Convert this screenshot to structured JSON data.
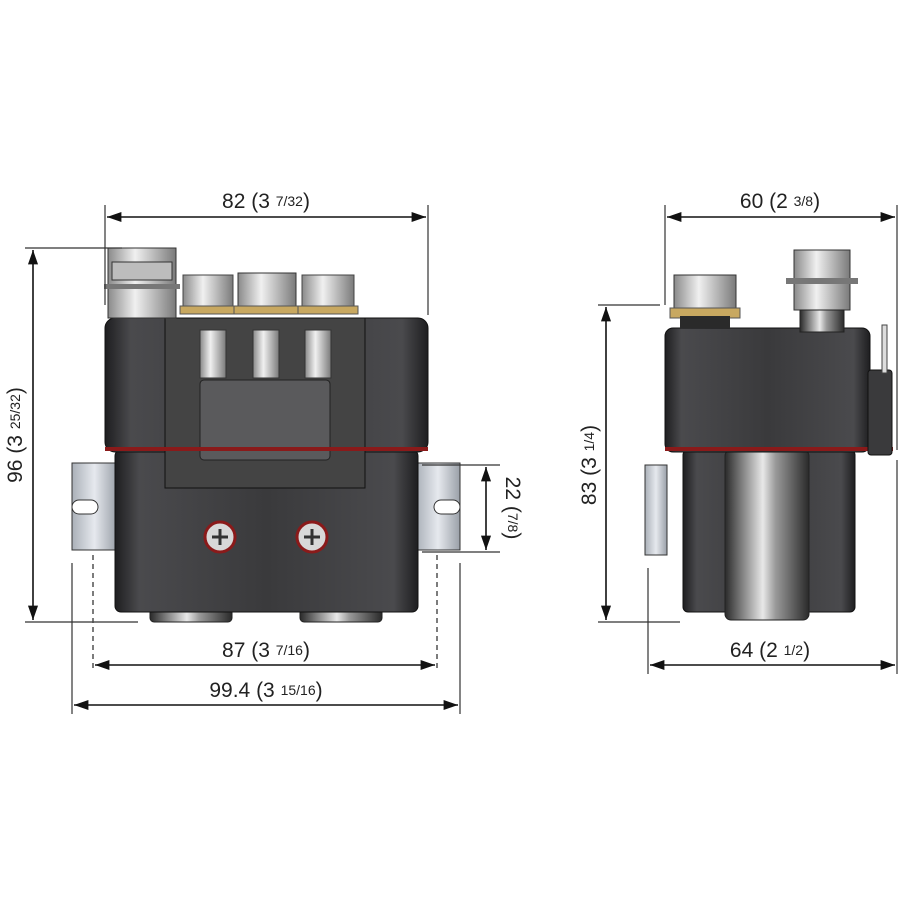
{
  "front_view": {
    "width_top": {
      "whole": "82 (3 ",
      "frac": "7/32",
      "close": ")"
    },
    "height": {
      "whole": "96 (3 ",
      "frac": "25/32",
      "close": ")"
    },
    "bracket_slot": {
      "whole": "22 (",
      "frac": "7/8",
      "close": ")"
    },
    "hole_spacing": {
      "whole": "87 (3 ",
      "frac": "7/16",
      "close": ")"
    },
    "overall_width": {
      "whole": "99.4 (3 ",
      "frac": "15/16",
      "close": ")"
    }
  },
  "side_view": {
    "width_top": {
      "whole": "60 (2 ",
      "frac": "3/8",
      "close": ")"
    },
    "height": {
      "whole": "83 (3 ",
      "frac": "1/4",
      "close": ")"
    },
    "width_bottom": {
      "whole": "64 (2 ",
      "frac": "1/2",
      "close": ")"
    }
  },
  "colors": {
    "body": "#3a3a3c",
    "seal": "#8a1a1a",
    "metal": "#c9c9c9",
    "brass": "#c8a860"
  }
}
